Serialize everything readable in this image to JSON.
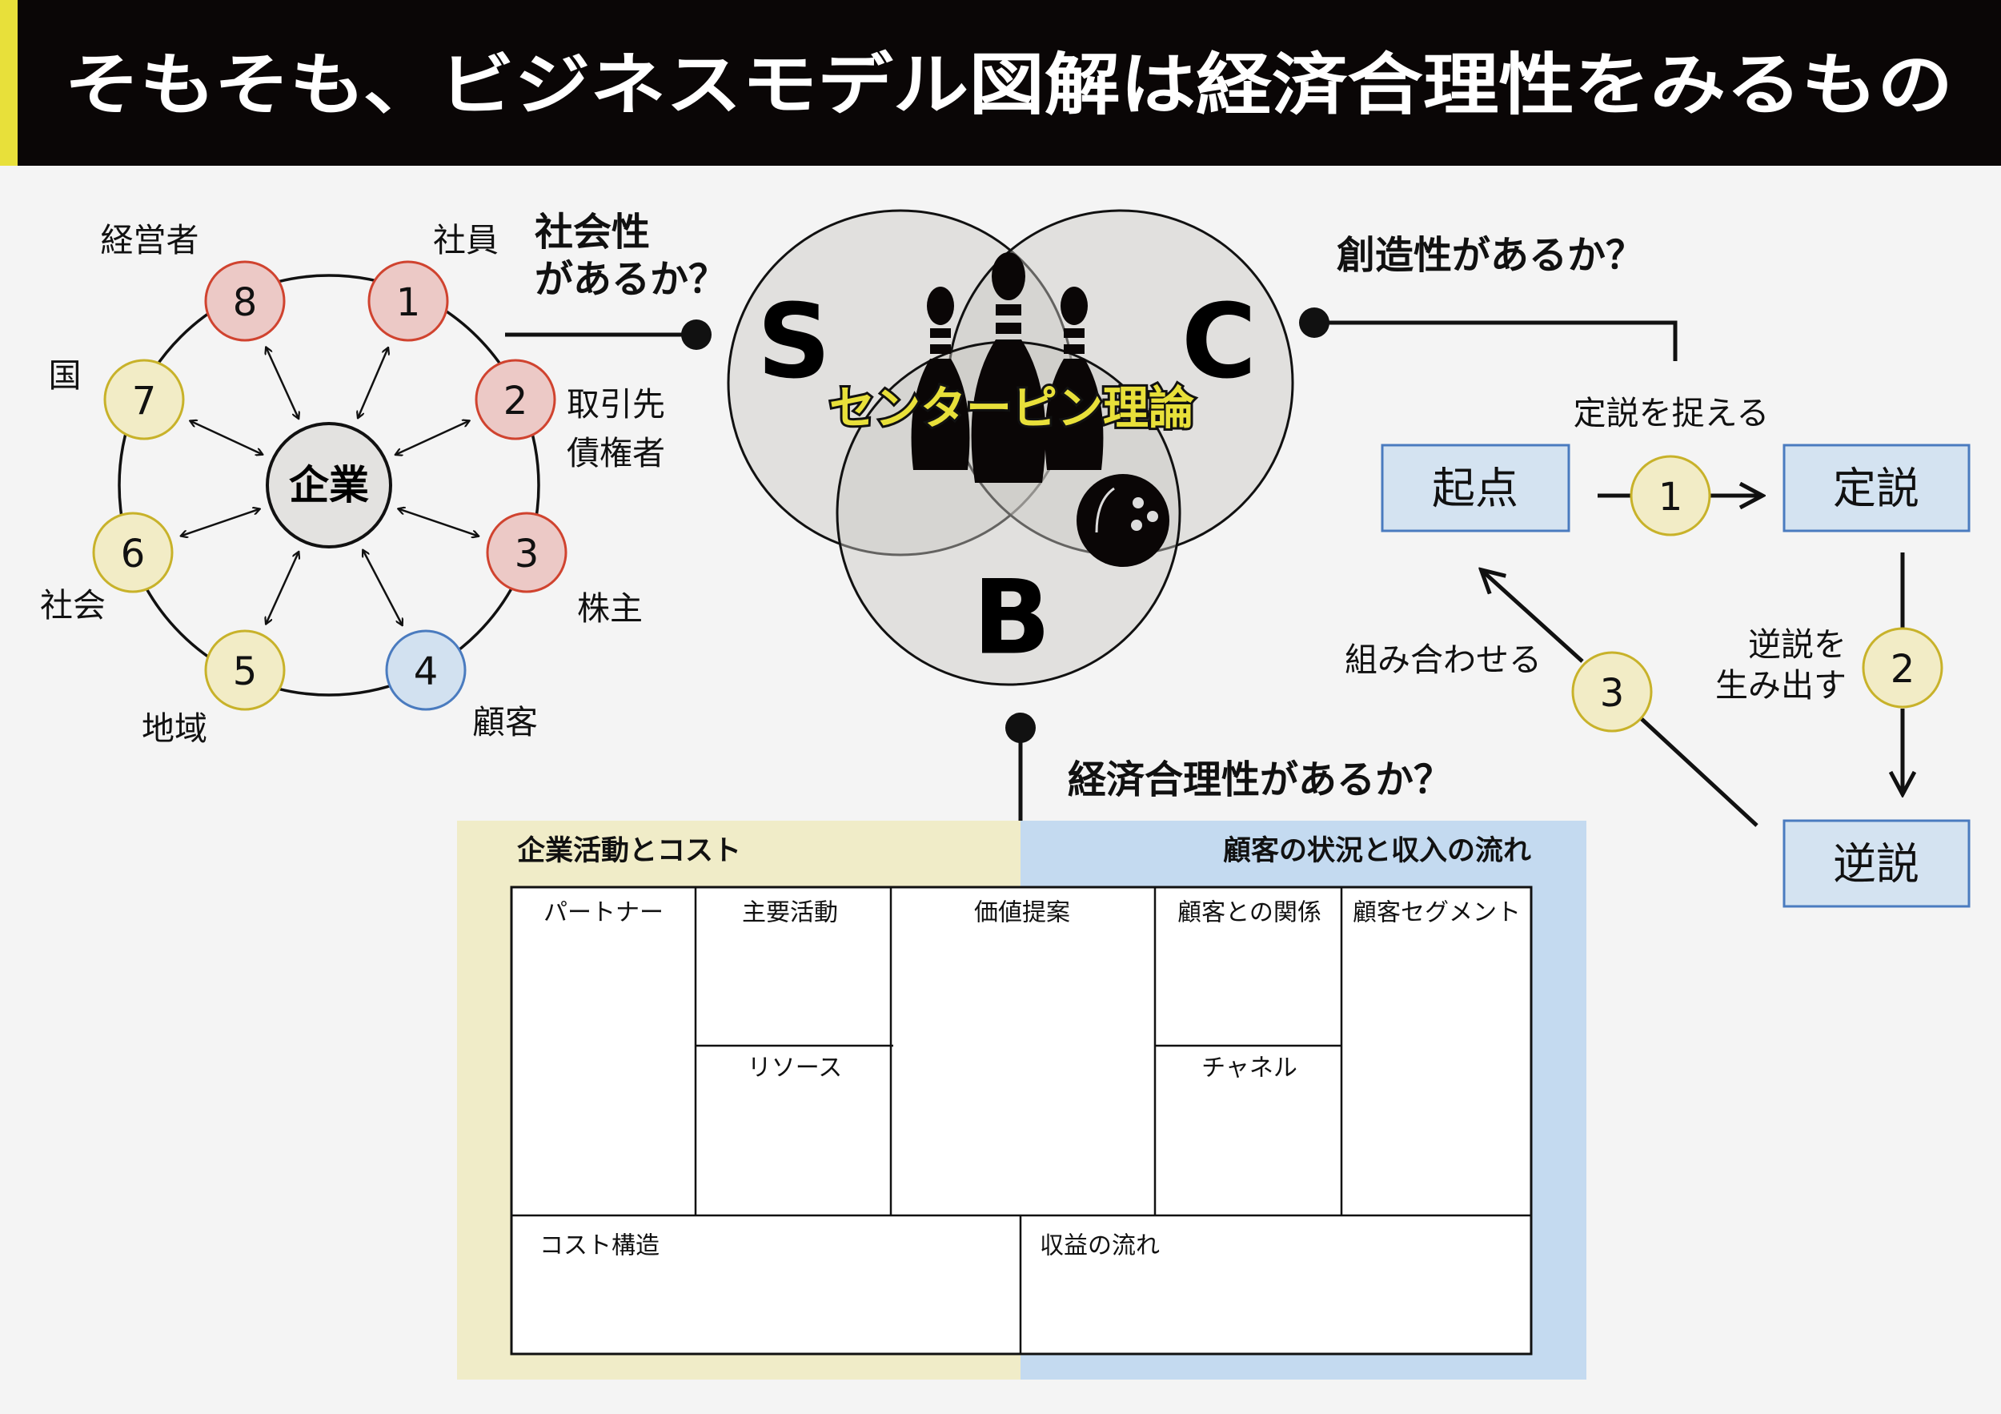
{
  "title": "そもそも、ビジネスモデル図解は経済合理性をみるもの",
  "colors": {
    "title_bg": "#0a0606",
    "title_accent": "#e8e03a",
    "background": "#f4f4f4",
    "red_fill": "#ecc9c6",
    "red_stroke": "#d0432f",
    "yellow_fill": "#f2ecc6",
    "yellow_stroke": "#c8b22a",
    "blue_fill": "#d2e1f0",
    "blue_stroke": "#4a7bbf",
    "canvas_left": "#f0ecc8",
    "canvas_right": "#c4daf0"
  },
  "stakeholders": {
    "center": "企業",
    "nodes": [
      {
        "num": "1",
        "label": "社員"
      },
      {
        "num": "2",
        "label": "取引先",
        "label2": "債権者"
      },
      {
        "num": "3",
        "label": "株主"
      },
      {
        "num": "4",
        "label": "顧客"
      },
      {
        "num": "5",
        "label": "地域"
      },
      {
        "num": "6",
        "label": "社会"
      },
      {
        "num": "7",
        "label": "国"
      },
      {
        "num": "8",
        "label": "経営者"
      }
    ],
    "question_line1": "社会性",
    "question_line2": "があるか？"
  },
  "venn": {
    "s": "S",
    "c": "C",
    "b": "B",
    "center_label": "センターピン理論"
  },
  "creativity": {
    "question": "創造性があるか？",
    "step1_label": "定説を捉える",
    "step2_label_line1": "逆説を",
    "step2_label_line2": "生み出す",
    "step3_label": "組み合わせる",
    "start": "起点",
    "theory": "定説",
    "paradox": "逆説",
    "steps": [
      "1",
      "2",
      "3"
    ]
  },
  "economy": {
    "question": "経済合理性があるか？",
    "left_header": "企業活動とコスト",
    "right_header": "顧客の状況と収入の流れ",
    "cells": {
      "partners": "パートナー",
      "activities": "主要活動",
      "resources": "リソース",
      "value": "価値提案",
      "relationships": "顧客との関係",
      "channels": "チャネル",
      "segments": "顧客セグメント",
      "cost": "コスト構造",
      "revenue": "収益の流れ"
    }
  }
}
